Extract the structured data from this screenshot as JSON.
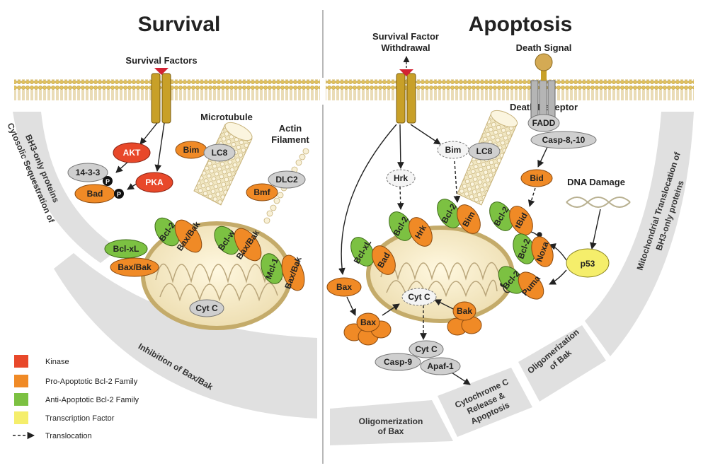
{
  "titles": {
    "survival": "Survival",
    "apoptosis": "Apoptosis"
  },
  "labels": {
    "survival_factors": "Survival Factors",
    "sfw_line1": "Survival Factor",
    "sfw_line2": "Withdrawal",
    "death_signal": "Death Signal",
    "death_receptor": "Death Receptor",
    "microtubule": "Microtubule",
    "actin_line1": "Actin",
    "actin_line2": "Filament",
    "dna_damage": "DNA Damage"
  },
  "nodes": {
    "akt": "AKT",
    "pka": "PKA",
    "p1433": "14-3-3",
    "p": "P",
    "bad": "Bad",
    "bim": "Bim",
    "lc8": "LC8",
    "bmf": "Bmf",
    "dlc2": "DLC2",
    "bcl2": "Bcl-2",
    "baxbak": "Bax/Bak",
    "bclw": "Bcl-w",
    "bclxl": "Bcl-xL",
    "mcl1": "Mcl-1",
    "cytc": "Cyt C",
    "hrk": "Hrk",
    "bax": "Bax",
    "bak": "Bak",
    "fadd": "FADD",
    "casp810": "Casp-8,-10",
    "bid": "Bid",
    "tbid": "tBid",
    "noxa": "Noxa",
    "puma": "Puma",
    "p53": "p53",
    "casp9": "Casp-9",
    "apaf1": "Apaf-1"
  },
  "bands": {
    "cyto_l1": "Cytosolic Sequestration of",
    "cyto_l2": "BH3-only proteins",
    "inhib": "Inhibition of Bax/Bak",
    "olig_bax_l1": "Oligomerization",
    "olig_bax_l2": "of Bax",
    "cytrel_l1": "Cytochrome C",
    "cytrel_l2": "Release &",
    "cytrel_l3": "Apoptosis",
    "olig_bak_l1": "Oligomerization",
    "olig_bak_l2": "of Bak",
    "mito_l1": "Mitochondrial Translocation of",
    "mito_l2": "BH3-only proteins"
  },
  "legend": [
    {
      "label": "Kinase",
      "color": "#e8482a"
    },
    {
      "label": "Pro-Apoptotic Bcl-2 Family",
      "color": "#f08a26"
    },
    {
      "label": "Anti-Apoptotic Bcl-2 Family",
      "color": "#7cc142"
    },
    {
      "label": "Transcription Factor",
      "color": "#f5ee6b"
    },
    {
      "label": "Translocation",
      "color": ""
    }
  ],
  "colors": {
    "kinase": "#e8482a",
    "pro_apoptotic": "#f08a26",
    "anti_apoptotic": "#7cc142",
    "transcription_factor": "#f5ee6b",
    "receptor": "#c8a028",
    "membrane": "#e2c25e",
    "band": "#e0e0e0",
    "grey_protein": "#cfcfcf"
  }
}
